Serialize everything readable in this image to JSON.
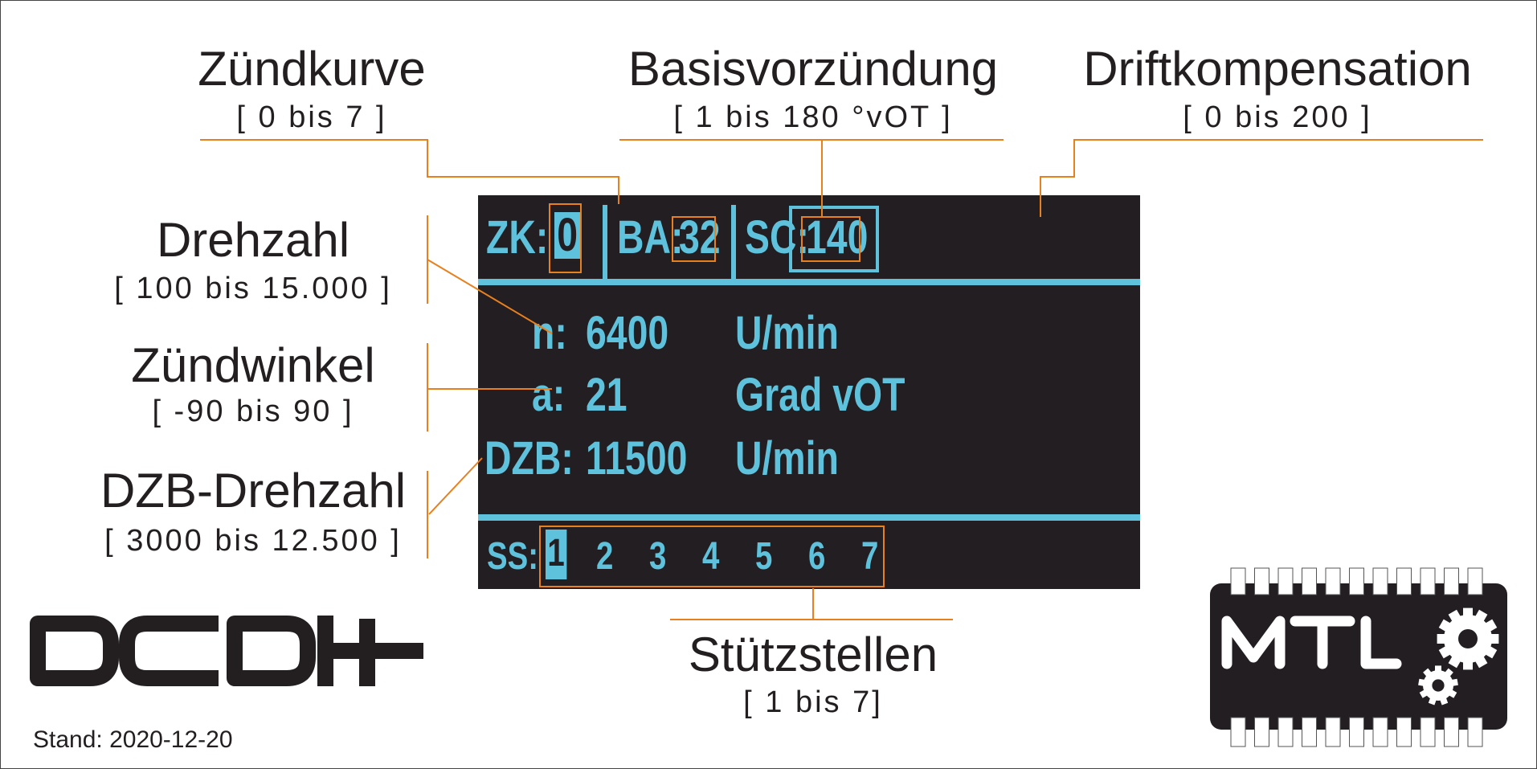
{
  "callouts": {
    "zuendkurve": {
      "title": "Zündkurve",
      "range": "[ 0 bis 7 ]"
    },
    "basisvorzuendung": {
      "title": "Basisvorzündung",
      "range": "[ 1 bis 180 °vOT ]"
    },
    "driftkompensation": {
      "title": "Driftkompensation",
      "range": "[ 0 bis 200 ]"
    },
    "drehzahl": {
      "title": "Drehzahl",
      "range": "[ 100 bis 15.000 ]"
    },
    "zuendwinkel": {
      "title": "Zündwinkel",
      "range": "[ -90 bis 90 ]"
    },
    "dzb_drehzahl": {
      "title": "DZB-Drehzahl",
      "range": "[ 3000 bis 12.500 ]"
    },
    "stuetzstellen": {
      "title": "Stützstellen",
      "range": "[ 1 bis 7]"
    }
  },
  "display": {
    "zk_label": "ZK:",
    "zk_value": "0",
    "ba_label": "BA:",
    "ba_value": "32",
    "sc_label": "SC:",
    "sc_value": "140",
    "rows": [
      {
        "label": "n:",
        "value": "6400",
        "unit": "U/min"
      },
      {
        "label": "a:",
        "value": "21",
        "unit": "Grad vOT"
      },
      {
        "label": "DZB:",
        "value": "11500",
        "unit": "U/min"
      }
    ],
    "ss_label": "SS:",
    "ss_points": [
      "1",
      "2",
      "3",
      "4",
      "5",
      "6",
      "7"
    ],
    "ss_selected": "1"
  },
  "logo": {
    "text": "DCDI+"
  },
  "brand_logo": {
    "text": "MTL"
  },
  "stand": "Stand: 2020-12-20",
  "colors": {
    "cyan": "#5fc2dc",
    "orange": "#e8801e",
    "dark": "#221e22"
  }
}
